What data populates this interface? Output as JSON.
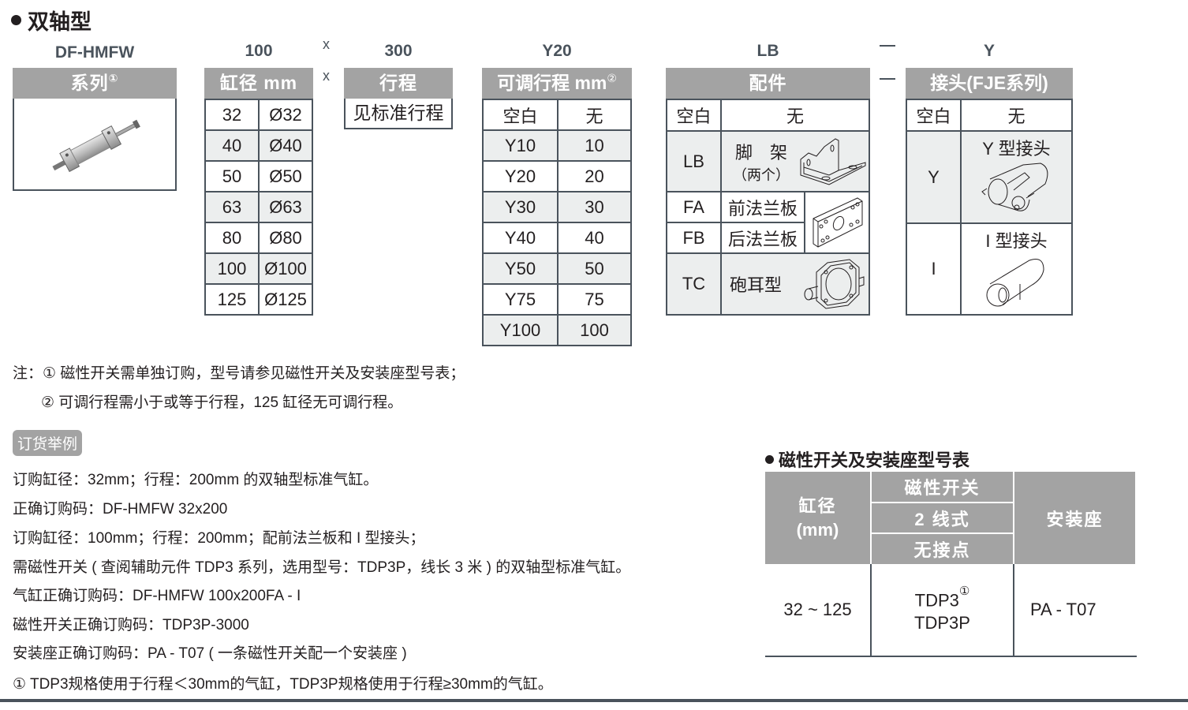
{
  "title": "双轴型",
  "model_code": {
    "series": "DF-HMFW",
    "bore": "100",
    "sep1": "x",
    "stroke": "300",
    "adj_stroke": "Y20",
    "accessory": "LB",
    "dash": "—",
    "joint": "Y"
  },
  "series_table": {
    "header": "系列",
    "header_note": "①",
    "image": "double-rod-cylinder-image"
  },
  "bore_table": {
    "header": "缸径 mm",
    "sep": "x",
    "rows": [
      {
        "code": "32",
        "value": "Ø32"
      },
      {
        "code": "40",
        "value": "Ø40"
      },
      {
        "code": "50",
        "value": "Ø50"
      },
      {
        "code": "63",
        "value": "Ø63"
      },
      {
        "code": "80",
        "value": "Ø80"
      },
      {
        "code": "100",
        "value": "Ø100"
      },
      {
        "code": "125",
        "value": "Ø125"
      }
    ]
  },
  "stroke_table": {
    "header": "行程",
    "value": "见标准行程"
  },
  "adj_table": {
    "header": "可调行程 mm",
    "header_note": "②",
    "rows": [
      {
        "code": "空白",
        "value": "无"
      },
      {
        "code": "Y10",
        "value": "10"
      },
      {
        "code": "Y20",
        "value": "20"
      },
      {
        "code": "Y30",
        "value": "30"
      },
      {
        "code": "Y40",
        "value": "40"
      },
      {
        "code": "Y50",
        "value": "50"
      },
      {
        "code": "Y75",
        "value": "75"
      },
      {
        "code": "Y100",
        "value": "100"
      }
    ]
  },
  "accessory_table": {
    "header": "配件",
    "rows": [
      {
        "code": "空白",
        "label": "无"
      },
      {
        "code": "LB",
        "label": "脚　架",
        "sublabel": "（两个）",
        "image": "foot-bracket-drawing"
      },
      {
        "code": "FA",
        "label": "前法兰板",
        "image": "flange-plate-drawing"
      },
      {
        "code": "FB",
        "label": "后法兰板"
      },
      {
        "code": "TC",
        "label": "砲耳型",
        "image": "trunnion-drawing"
      }
    ]
  },
  "joint_table": {
    "sep": "—",
    "header": "接头(FJE系列)",
    "rows": [
      {
        "code": "空白",
        "label": "无"
      },
      {
        "code": "Y",
        "label": "Y 型接头",
        "image": "y-joint-drawing"
      },
      {
        "code": "I",
        "label": "I 型接头",
        "image": "i-joint-drawing"
      }
    ]
  },
  "notes": {
    "prefix": "注：",
    "items": [
      "① 磁性开关需单独订购，型号请参见磁性开关及安装座型号表；",
      "② 可调行程需小于或等于行程，125 缸径无可调行程。"
    ]
  },
  "order_example": {
    "badge": "订货举例",
    "lines": [
      "订购缸径：32mm；行程：200mm 的双轴型标准气缸。",
      "正确订购码：DF-HMFW 32x200",
      "订购缸径：100mm；行程：200mm；配前法兰板和 I 型接头；",
      "需磁性开关 ( 查阅辅助元件 TDP3 系列，选用型号：TDP3P，线长 3 米 ) 的双轴型标准气缸。",
      "气缸正确订购码：DF-HMFW 100x200FA - I",
      "磁性开关正确订购码：TDP3P-3000",
      "安装座正确订购码：PA - T07 ( 一条磁性开关配一个安装座 )",
      "① TDP3规格使用于行程＜30mm的气缸，TDP3P规格使用于行程≥30mm的气缸。"
    ]
  },
  "switch_table": {
    "title": "磁性开关及安装座型号表",
    "headers": {
      "bore": "缸径",
      "bore_unit": "(mm)",
      "switch": "磁性开关",
      "wire": "2 线式",
      "contact": "无接点",
      "mount": "安装座"
    },
    "row": {
      "bore": "32 ~ 125",
      "switch_1": "TDP3",
      "switch_1_note": "①",
      "switch_2": "TDP3P",
      "mount": "PA - T07"
    }
  },
  "colors": {
    "header_gray": "#a3a3a3",
    "border": "#4a535c",
    "alt_row": "#eceeee",
    "text": "#231f20"
  }
}
